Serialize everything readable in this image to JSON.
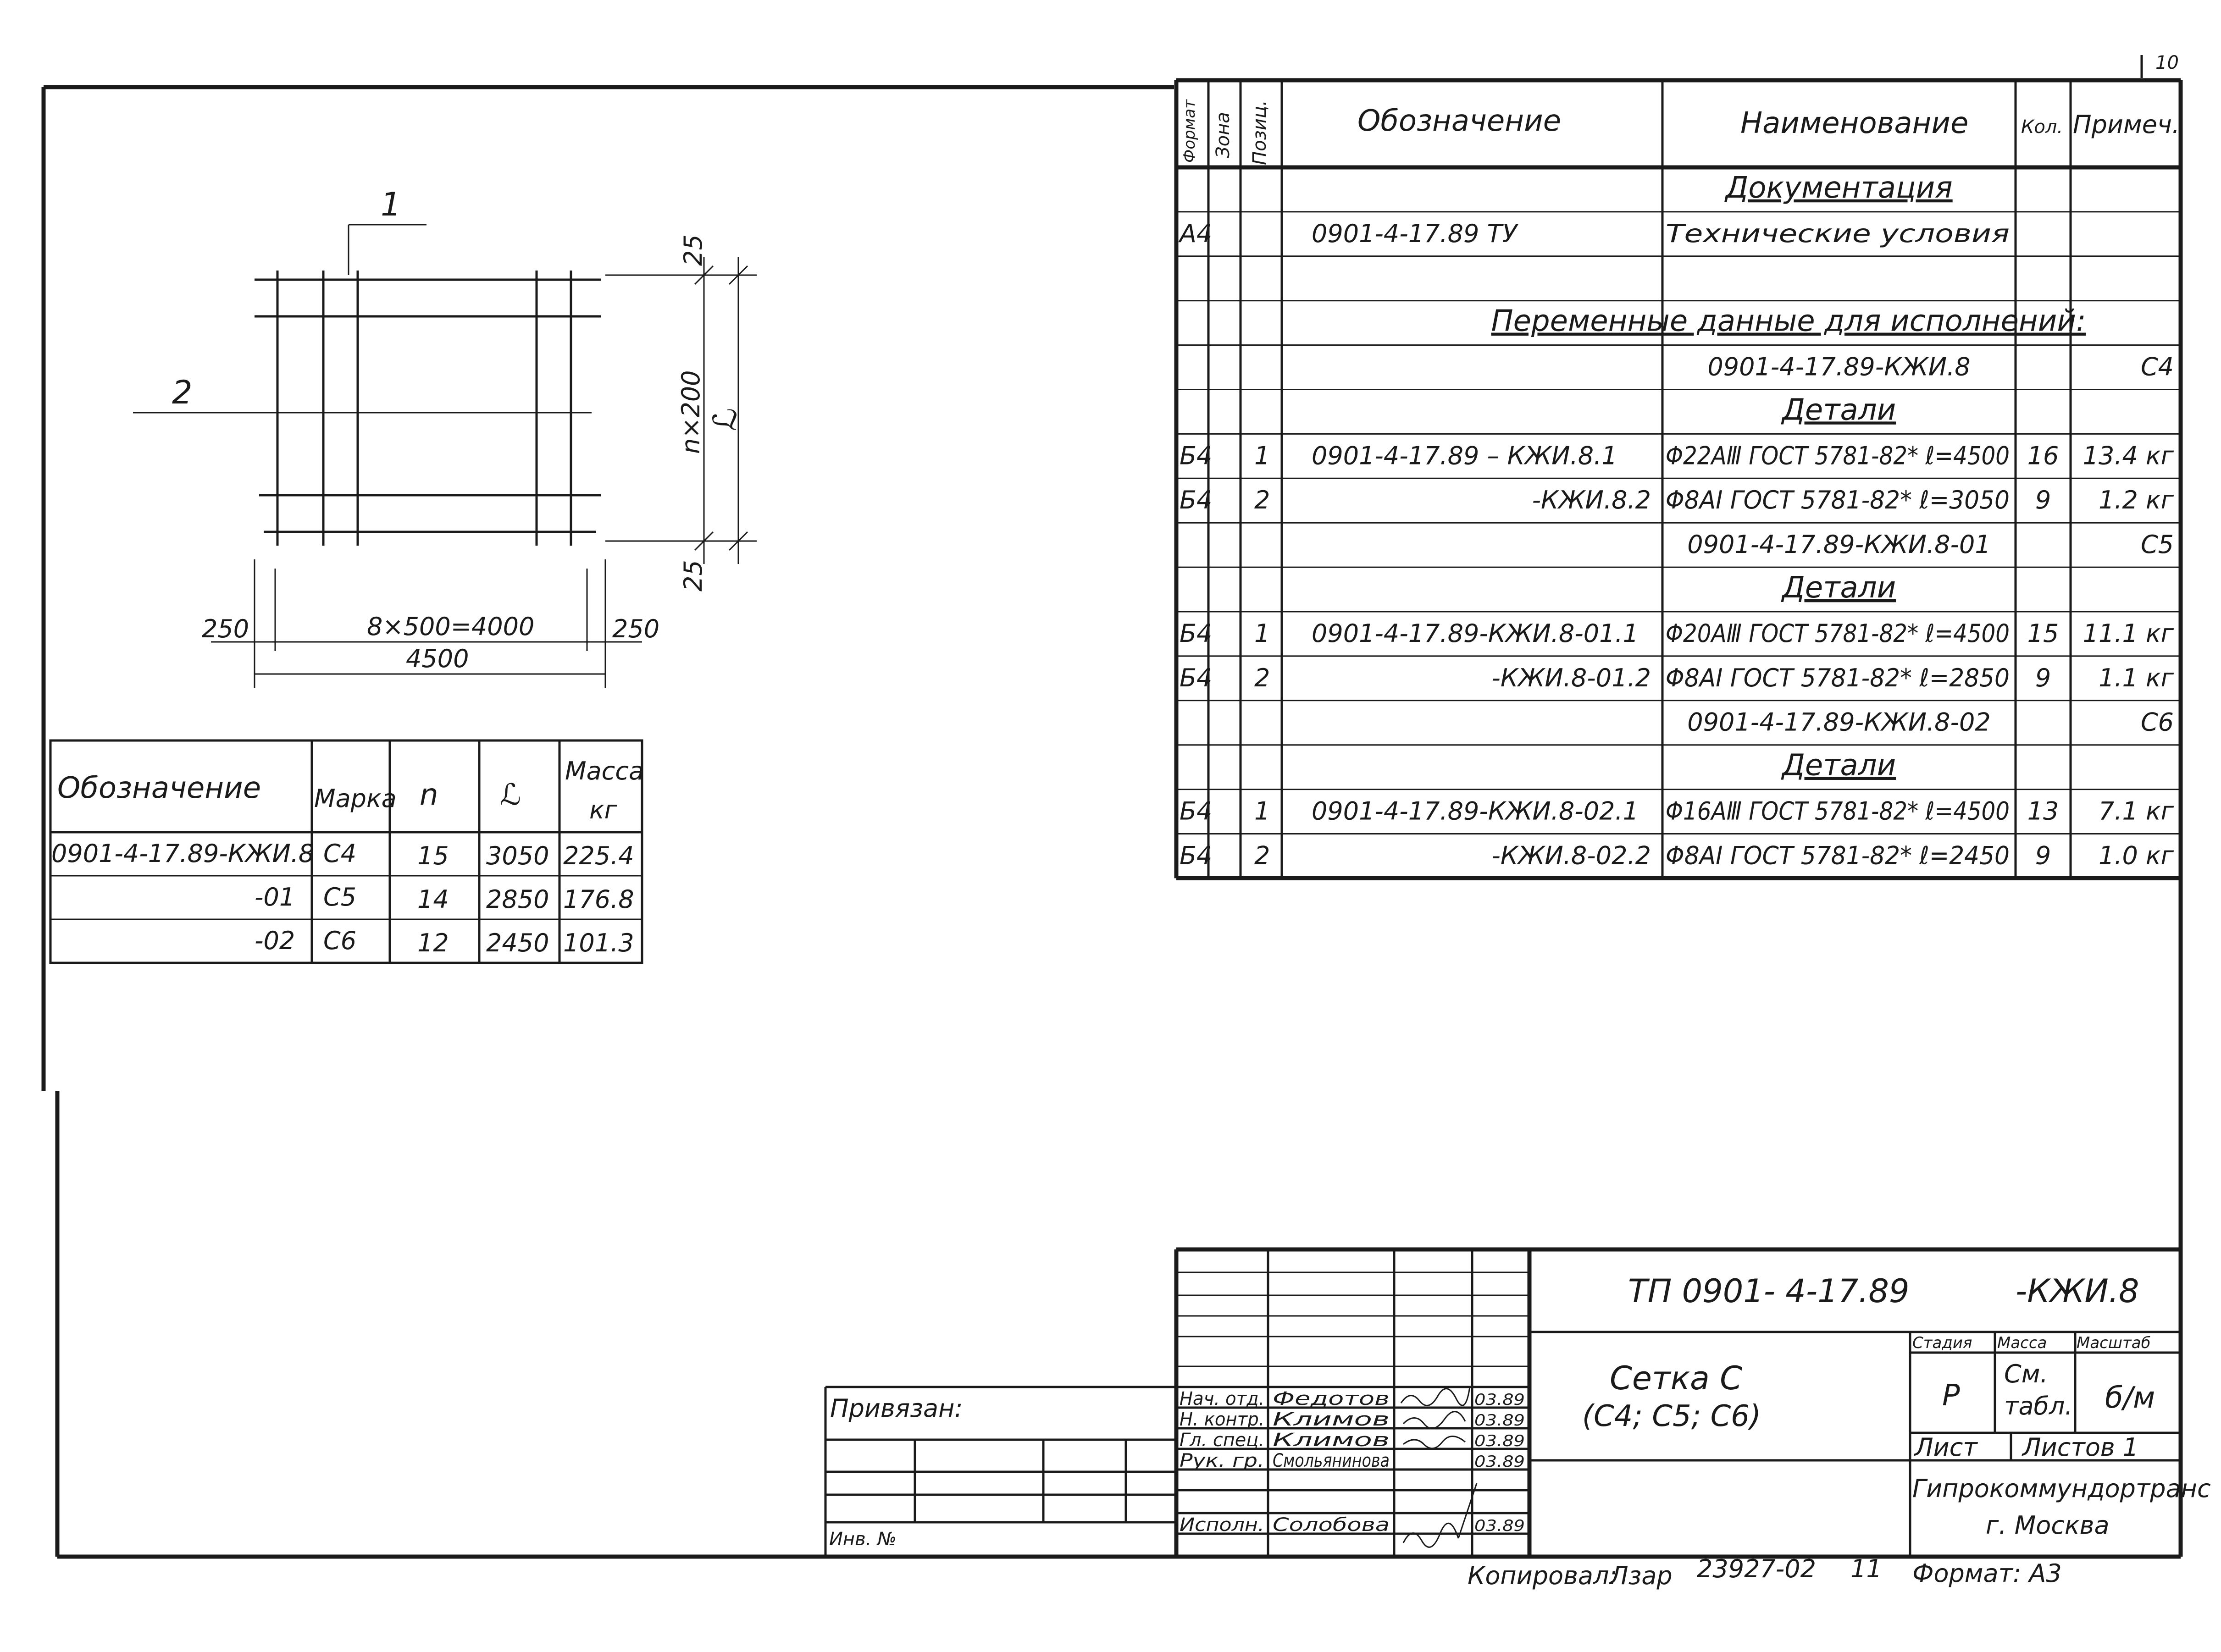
{
  "page_number": "10",
  "sketch": {
    "callout_1": "1",
    "callout_2": "2",
    "dim_top_25": "25",
    "dim_bottom_25": "25",
    "dim_nx200": "n×200",
    "dim_l": "ℒ",
    "dim_left_250": "250",
    "dim_right_250": "250",
    "dim_8x500": "8×500=4000",
    "dim_4500": "4500"
  },
  "mesh_table": {
    "headers": [
      "Обозначение",
      "Марка",
      "n",
      "ℒ",
      "Масса",
      "кг"
    ],
    "rows": [
      {
        "code": "0901-4-17.89-КЖИ.8",
        "mark": "С4",
        "n": "15",
        "l": "3050",
        "mass": "225.4"
      },
      {
        "code": "-01",
        "mark": "С5",
        "n": "14",
        "l": "2850",
        "mass": "176.8"
      },
      {
        "code": "-02",
        "mark": "С6",
        "n": "12",
        "l": "2450",
        "mass": "101.3"
      }
    ]
  },
  "spec": {
    "headers": {
      "format": "Формат",
      "zone": "Зона",
      "pos": "Позиц.",
      "designation": "Обозначение",
      "name": "Наименование",
      "qty": "Кол.",
      "note": "Примеч."
    },
    "rows": [
      {
        "format": "",
        "pos": "",
        "designation": "",
        "name": "Документация",
        "qty": "",
        "note": "",
        "kind": "section"
      },
      {
        "format": "А4",
        "pos": "",
        "designation": "0901-4-17.89    ТУ",
        "name": "Технические условия",
        "qty": "",
        "note": "",
        "kind": "item"
      },
      {
        "format": "",
        "pos": "",
        "designation": "",
        "name": "",
        "qty": "",
        "note": "",
        "kind": "blank"
      },
      {
        "format": "",
        "pos": "",
        "designation": "",
        "name": "Переменные данные для исполнений:",
        "qty": "",
        "note": "",
        "kind": "wide"
      },
      {
        "format": "",
        "pos": "",
        "designation": "",
        "name": "0901-4-17.89-КЖИ.8",
        "qty": "",
        "note": "С4",
        "kind": "variant"
      },
      {
        "format": "",
        "pos": "",
        "designation": "",
        "name": "Детали",
        "qty": "",
        "note": "",
        "kind": "section"
      },
      {
        "format": "Б4",
        "pos": "1",
        "designation": "0901-4-17.89 – КЖИ.8.1",
        "name": "Φ22АⅢ ГОСТ 5781-82* ℓ=4500",
        "qty": "16",
        "note": "13.4 кг",
        "kind": "item"
      },
      {
        "format": "Б4",
        "pos": "2",
        "designation": "-КЖИ.8.2",
        "name": "Φ8АⅠ ГОСТ 5781-82* ℓ=3050",
        "qty": "9",
        "note": "1.2 кг",
        "kind": "item-r"
      },
      {
        "format": "",
        "pos": "",
        "designation": "",
        "name": "0901-4-17.89-КЖИ.8-01",
        "qty": "",
        "note": "С5",
        "kind": "variant"
      },
      {
        "format": "",
        "pos": "",
        "designation": "",
        "name": "Детали",
        "qty": "",
        "note": "",
        "kind": "section"
      },
      {
        "format": "Б4",
        "pos": "1",
        "designation": "0901-4-17.89-КЖИ.8-01.1",
        "name": "Φ20АⅢ ГОСТ 5781-82* ℓ=4500",
        "qty": "15",
        "note": "11.1 кг",
        "kind": "item"
      },
      {
        "format": "Б4",
        "pos": "2",
        "designation": "-КЖИ.8-01.2",
        "name": "Φ8АⅠ ГОСТ 5781-82* ℓ=2850",
        "qty": "9",
        "note": "1.1 кг",
        "kind": "item-r"
      },
      {
        "format": "",
        "pos": "",
        "designation": "",
        "name": "0901-4-17.89-КЖИ.8-02",
        "qty": "",
        "note": "С6",
        "kind": "variant"
      },
      {
        "format": "",
        "pos": "",
        "designation": "",
        "name": "Детали",
        "qty": "",
        "note": "",
        "kind": "section"
      },
      {
        "format": "Б4",
        "pos": "1",
        "designation": "0901-4-17.89-КЖИ.8-02.1",
        "name": "Φ16АⅢ ГОСТ 5781-82* ℓ=4500",
        "qty": "13",
        "note": "7.1 кг",
        "kind": "item"
      },
      {
        "format": "Б4",
        "pos": "2",
        "designation": "-КЖИ.8-02.2",
        "name": "Φ8АⅠ ГОСТ 5781-82* ℓ=2450",
        "qty": "9",
        "note": "1.0 кг",
        "kind": "item-r"
      }
    ]
  },
  "title_block": {
    "doc_code": "ТП  0901- 4-17.89",
    "doc_suffix": "-КЖИ.8",
    "title_line1": "Сетка С",
    "title_line2": "(С4; С5; С6)",
    "stage_label": "Стадия",
    "mass_label": "Масса",
    "scale_label": "Масштаб",
    "stage_value": "Р",
    "mass_value_1": "См.",
    "mass_value_2": "табл.",
    "scale_value": "б/м",
    "sheet_label": "Лист",
    "sheets_label": "Листов 1",
    "org_line1": "Гипрокоммундортранс",
    "org_line2": "г. Москва",
    "bound_label": "Привязан:",
    "inv_label": "Инв. №",
    "signers": [
      {
        "role": "Нач. отд.",
        "name": "Федотов",
        "date": "03.89"
      },
      {
        "role": "Н. контр.",
        "name": "Климов",
        "date": "03.89"
      },
      {
        "role": "Гл. спец.",
        "name": "Климов",
        "date": "03.89"
      },
      {
        "role": "Рук. гр.",
        "name": "Смольянинова",
        "date": "03.89"
      },
      {
        "role": "Исполн.",
        "name": "Солобова",
        "date": "03.89"
      }
    ],
    "copied_label": "Копировал:",
    "copied_sign": "Лзар",
    "order_number": "23927-02",
    "order_sheet": "11",
    "format_label": "Формат: А3"
  }
}
